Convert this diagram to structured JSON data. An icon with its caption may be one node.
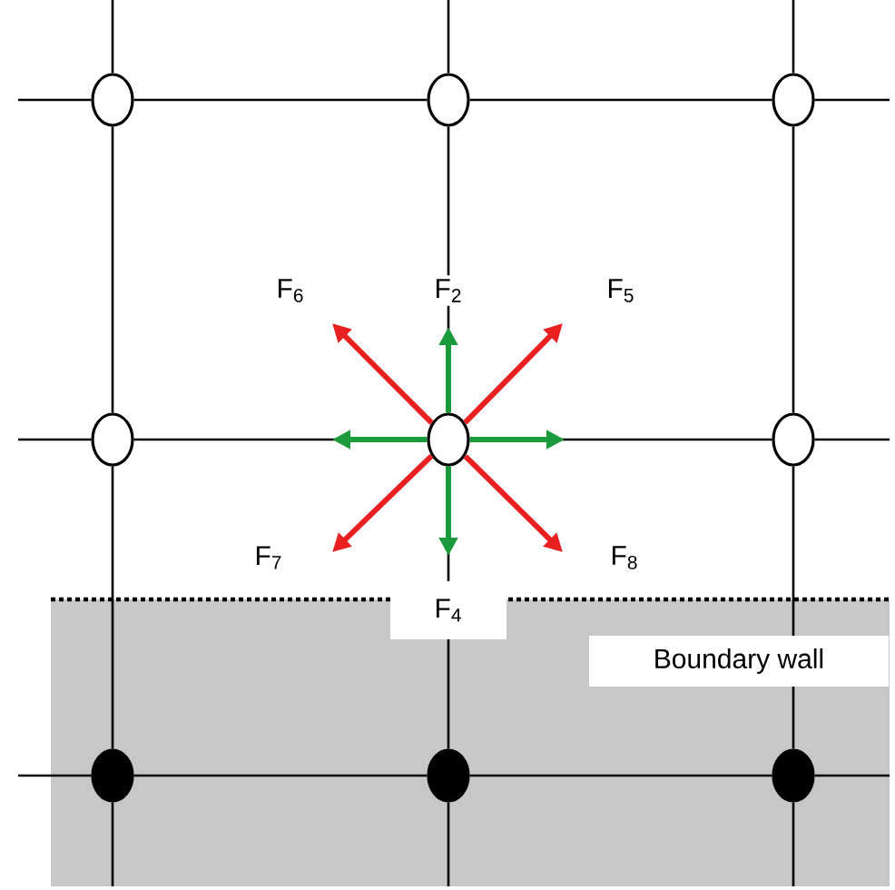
{
  "diagram": {
    "nodes": [
      {
        "text": [],
        "shape": "circle"
      },
      {
        "text": [],
        "shape": "circle"
      },
      {
        "text": [],
        "shape": "circle"
      },
      {
        "text": [],
        "shape": "circle"
      },
      {
        "text": [],
        "shape": "circle"
      },
      {
        "text": [],
        "shape": "circle"
      },
      {
        "text": [],
        "shape": "circle"
      },
      {
        "text": [],
        "shape": "circle"
      },
      {
        "text": [],
        "shape": "circle"
      }
    ],
    "edges": [
      {
        "from": null,
        "to": 0,
        "arrow": "none"
      },
      {
        "from": 0,
        "to": 1,
        "arrow": "none"
      },
      {
        "from": 1,
        "to": 2,
        "arrow": "none"
      },
      {
        "from": 2,
        "to": null,
        "arrow": "none"
      },
      {
        "from": null,
        "to": 3,
        "arrow": "none"
      },
      {
        "from": 3,
        "to": 4,
        "arrow": "none"
      },
      {
        "from": 4,
        "to": 5,
        "arrow": "none"
      },
      {
        "from": 5,
        "to": null,
        "arrow": "none"
      },
      {
        "from": null,
        "to": 6,
        "arrow": "none"
      },
      {
        "from": 6,
        "to": 7,
        "arrow": "none"
      },
      {
        "from": 7,
        "to": 8,
        "arrow": "none"
      },
      {
        "from": 8,
        "to": null,
        "arrow": "none"
      },
      {
        "from": null,
        "to": 0,
        "arrow": "none"
      },
      {
        "from": 0,
        "to": 3,
        "arrow": "none"
      },
      {
        "from": 3,
        "to": 6,
        "arrow": "none"
      },
      {
        "from": 6,
        "to": null,
        "arrow": "none"
      },
      {
        "from": null,
        "to": 1,
        "arrow": "none"
      },
      {
        "from": 1,
        "to": 4,
        "arrow": "none"
      },
      {
        "from": 4,
        "to": 7,
        "arrow": "none"
      },
      {
        "from": 7,
        "to": null,
        "arrow": "none"
      },
      {
        "from": null,
        "to": 2,
        "arrow": "none"
      },
      {
        "from": 2,
        "to": 5,
        "arrow": "none"
      },
      {
        "from": 5,
        "to": 8,
        "arrow": "none"
      },
      {
        "from": 8,
        "to": null,
        "arrow": "none"
      },
      {
        "from": 4,
        "to": null,
        "arrow": "to",
        "style": "thick",
        "color": "#1a9a3a"
      },
      {
        "from": 4,
        "to": null,
        "arrow": "to",
        "style": "thick",
        "color": "#1a9a3a"
      },
      {
        "from": 4,
        "to": null,
        "arrow": "to",
        "style": "thick",
        "color": "#1a9a3a"
      },
      {
        "from": 4,
        "to": null,
        "arrow": "to",
        "style": "thick",
        "color": "#1a9a3a"
      },
      {
        "from": 4,
        "to": null,
        "arrow": "to",
        "style": "thick",
        "color": "#e82020"
      },
      {
        "from": 4,
        "to": null,
        "arrow": "to",
        "style": "thick",
        "color": "#e82020"
      },
      {
        "from": 4,
        "to": null,
        "arrow": "to",
        "style": "thick",
        "color": "#e82020"
      },
      {
        "from": 4,
        "to": null,
        "arrow": "to",
        "style": "thick",
        "color": "#e82020"
      }
    ],
    "labels": [
      "F$_{6}$",
      "F$_{2}$",
      "F$_{5}$",
      "F$_{7}$",
      "F$_{8}$",
      "F$_{4}$",
      "Boundary wall"
    ]
  }
}
